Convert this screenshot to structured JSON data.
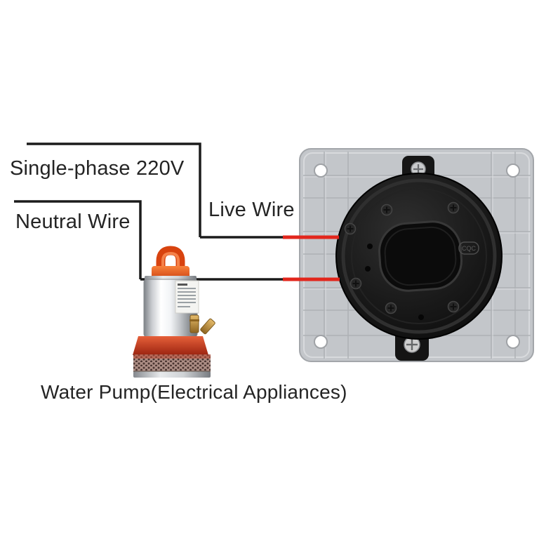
{
  "diagram": {
    "power_label": "Single-phase 220V",
    "neutral_label": "Neutral Wire",
    "live_label": "Live Wire",
    "caption": "Water Pump(Electrical Appliances)",
    "device_marking": "CQC"
  },
  "colors": {
    "wire_black": "#1b1b1b",
    "wire_red": "#e2261c",
    "label_text": "#242424",
    "plate_gray": "#c3c6ca",
    "device_black": "#141414",
    "pump_orange": "#e8531d",
    "pump_base_red": "#c23a20"
  }
}
